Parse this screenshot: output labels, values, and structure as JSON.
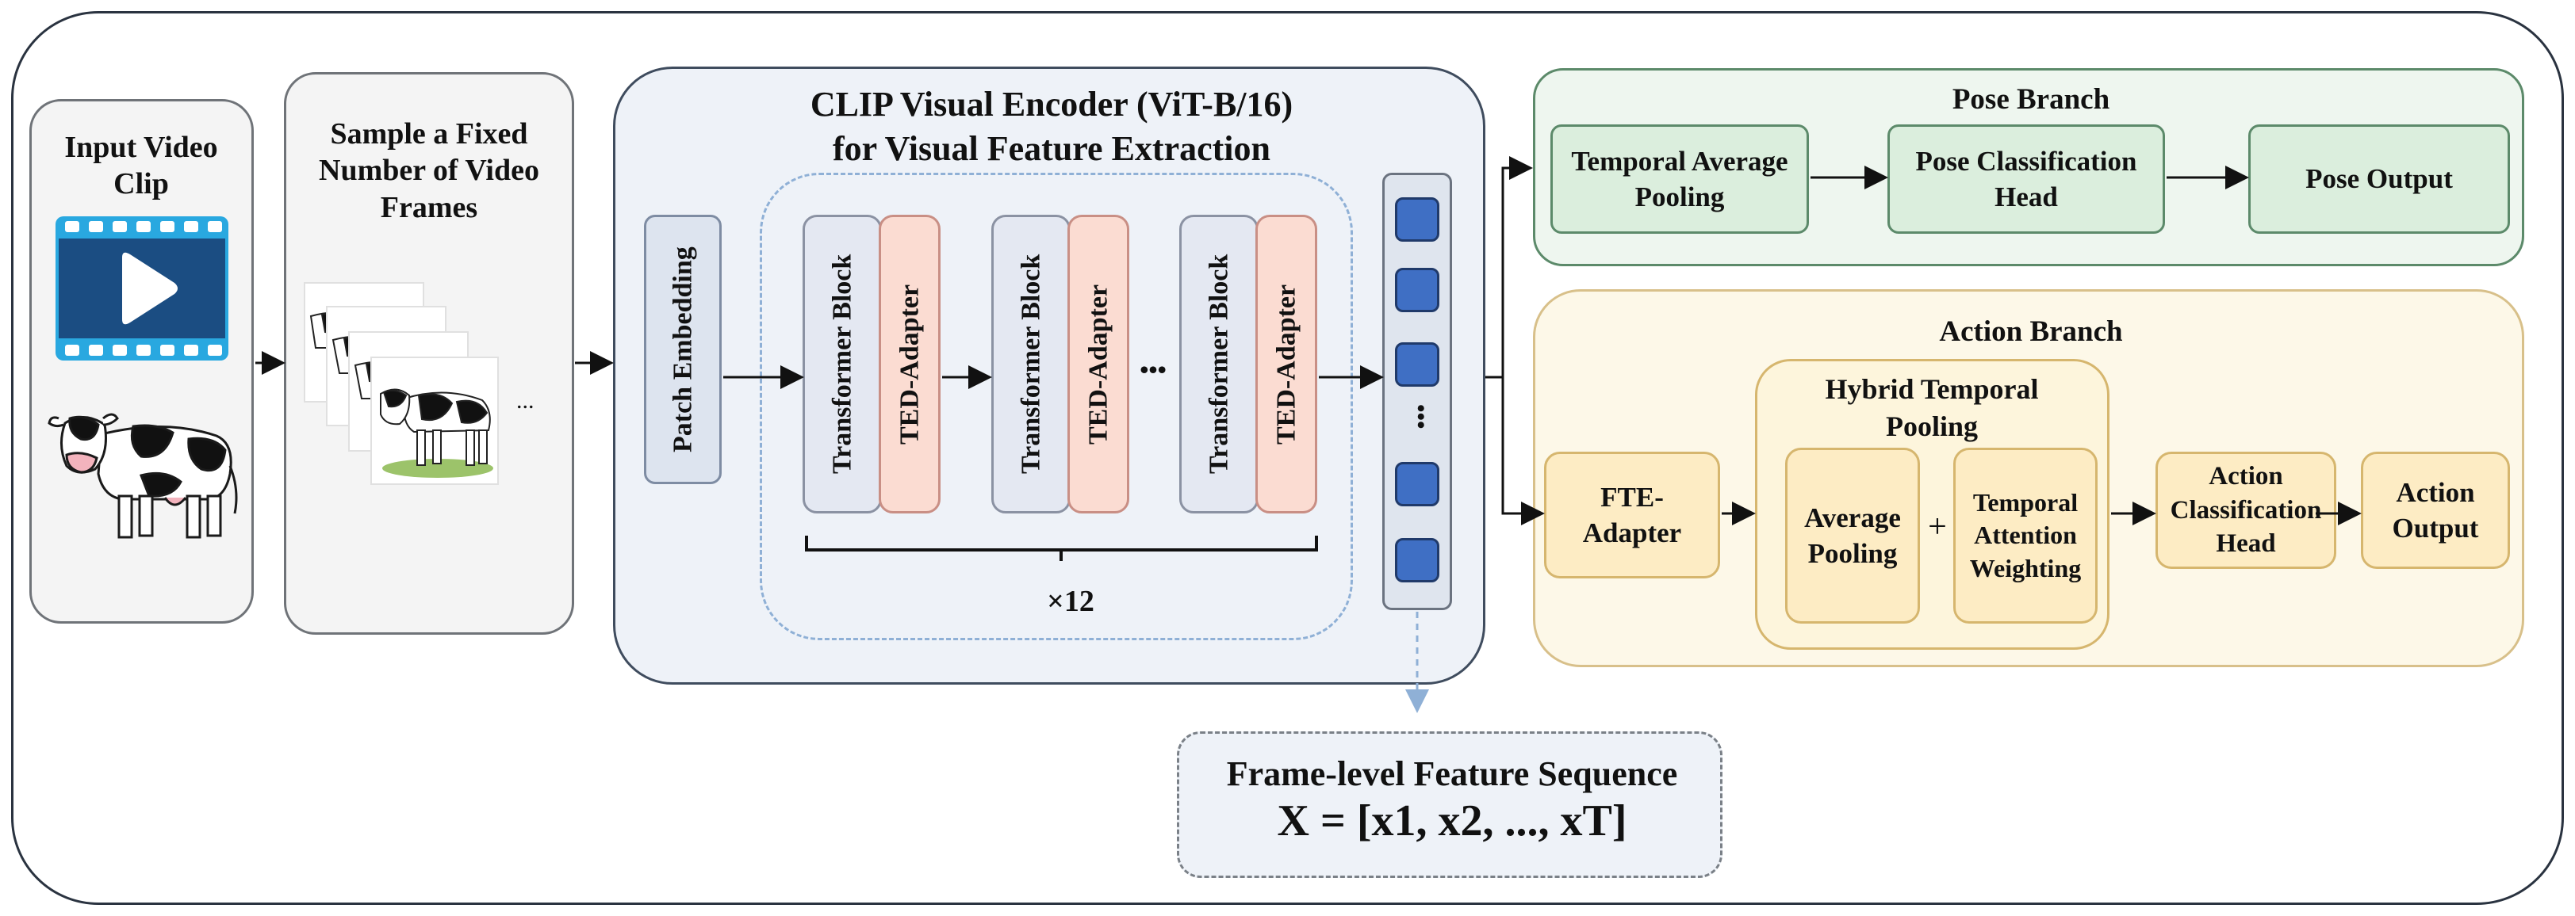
{
  "input_panel": {
    "title": "Input Video Clip"
  },
  "sample_panel": {
    "title": "Sample a Fixed Number of Video Frames",
    "ellipsis": "..."
  },
  "encoder": {
    "title_line1": "CLIP Visual Encoder (ViT-B/16)",
    "title_line2": "for Visual Feature Extraction",
    "patch_embedding": "Patch Embedding",
    "transformer_block": "Transformer Block",
    "ted_adapter": "TED-Adapter",
    "block_ellipsis": "•••",
    "repeat_label": "×12",
    "token_ellipsis": "•••"
  },
  "pose_branch": {
    "title": "Pose Branch",
    "temporal_pooling": "Temporal Average Pooling",
    "classification_head": "Pose Classification Head",
    "output": "Pose Output"
  },
  "action_branch": {
    "title": "Action Branch",
    "fte_adapter": "FTE-Adapter",
    "hybrid_title": "Hybrid Temporal Pooling",
    "average_pooling": "Average Pooling",
    "plus": "+",
    "attention_weighting": "Temporal Attention Weighting",
    "classification_head": "Action Classification Head",
    "output": "Action Output"
  },
  "feature_sequence": {
    "title": "Frame-level Feature Sequence",
    "formula": "X = [x1, x2, ..., xT]"
  },
  "colors": {
    "encoder_bg": "#eef2f8",
    "adapter": "#fbdcd2",
    "token": "#3f6fc4",
    "pose_bg": "#dbeedd",
    "action_bg": "#fdecc4",
    "video_icon": "#1b4d82",
    "film_frame": "#29a8e0"
  }
}
